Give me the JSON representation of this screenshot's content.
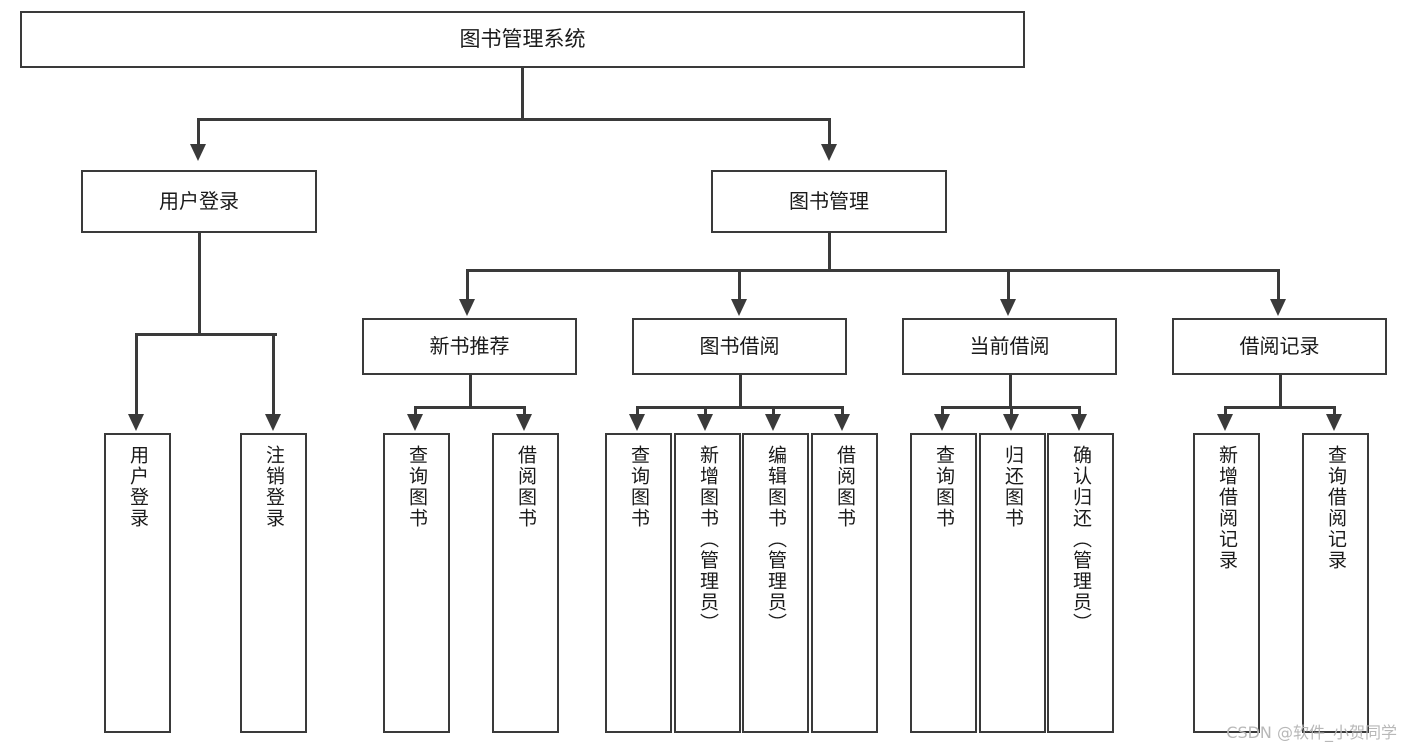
{
  "diagram": {
    "title": "图书管理系统",
    "watermark": "CSDN @软件_小贺同学",
    "root": {
      "label": "图书管理系统"
    },
    "level2": [
      {
        "label": "用户登录"
      },
      {
        "label": "图书管理"
      }
    ],
    "level3": [
      {
        "label": "新书推荐"
      },
      {
        "label": "图书借阅"
      },
      {
        "label": "当前借阅"
      },
      {
        "label": "借阅记录"
      }
    ],
    "leaves": {
      "user_login": [
        {
          "label": "用户登录"
        },
        {
          "label": "注销登录"
        }
      ],
      "new_book_recommend": [
        {
          "label": "查询图书"
        },
        {
          "label": "借阅图书"
        }
      ],
      "book_borrow": [
        {
          "label": "查询图书"
        },
        {
          "label": "新增图书（管理员）"
        },
        {
          "label": "编辑图书（管理员）"
        },
        {
          "label": "借阅图书"
        }
      ],
      "current_borrow": [
        {
          "label": "查询图书"
        },
        {
          "label": "归还图书"
        },
        {
          "label": "确认归还（管理员）"
        }
      ],
      "borrow_record": [
        {
          "label": "新增借阅记录"
        },
        {
          "label": "查询借阅记录"
        }
      ]
    }
  },
  "colors": {
    "stroke": "#3a3a3a",
    "fill": "#ffffff",
    "text": "#1a1a1a",
    "watermark": "#b8b8b8"
  }
}
